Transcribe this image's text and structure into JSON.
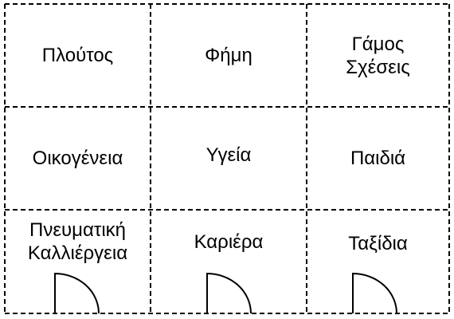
{
  "grid": {
    "rows": [
      [
        {
          "lines": [
            "Πλούτος"
          ]
        },
        {
          "lines": [
            "Φήμη"
          ]
        },
        {
          "lines": [
            "Γάμος",
            "Σχέσεις"
          ]
        }
      ],
      [
        {
          "lines": [
            "Οικογένεια"
          ]
        },
        {
          "lines": [
            "Υγεία"
          ]
        },
        {
          "lines": [
            "Παιδιά"
          ]
        }
      ],
      [
        {
          "lines": [
            "Πνευματική",
            "Καλλιέργεια"
          ]
        },
        {
          "lines": [
            "Καριέρα"
          ]
        },
        {
          "lines": [
            "Ταξίδια"
          ]
        }
      ]
    ]
  },
  "colors": {
    "line": "#000000",
    "background": "#ffffff"
  },
  "door_icon": "door-swing-icon"
}
